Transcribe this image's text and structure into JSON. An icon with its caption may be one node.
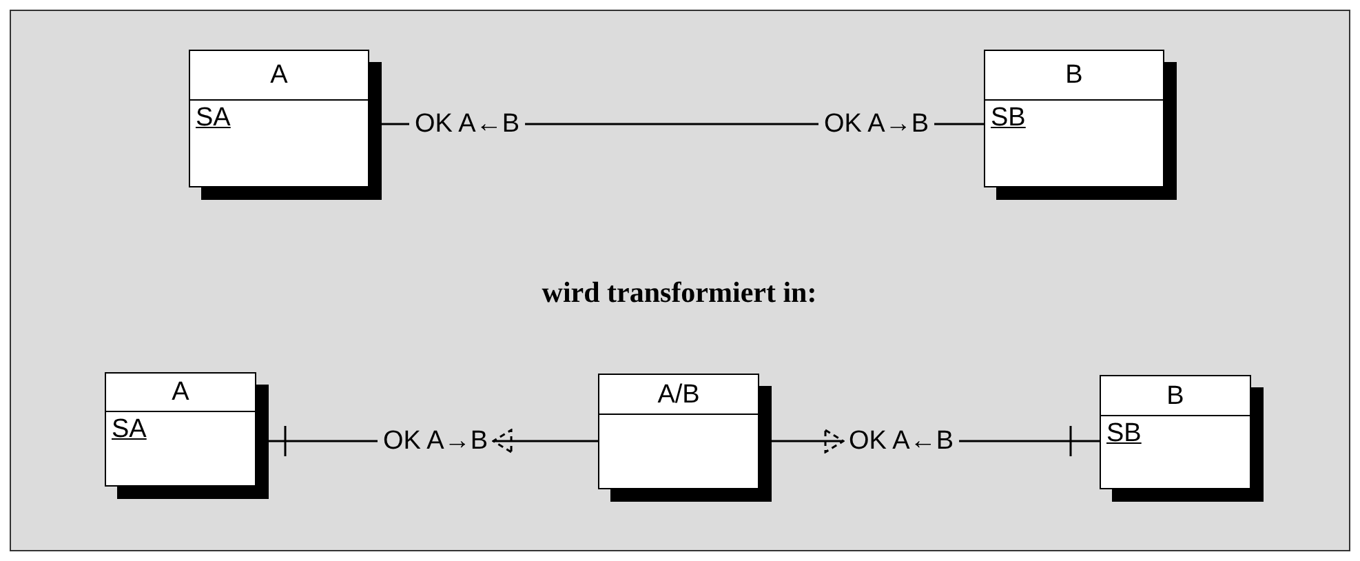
{
  "diagram": {
    "nodes": [
      {
        "text": [
          "A",
          "SA"
        ]
      },
      {
        "text": [
          "OK A←B"
        ]
      },
      {
        "text": [
          "OK A→B"
        ]
      },
      {
        "text": [
          "B",
          "SB"
        ]
      },
      {
        "text": [
          "A",
          "SA"
        ]
      },
      {
        "text": [
          "OK A→B"
        ]
      },
      {
        "text": [
          "A/B"
        ]
      },
      {
        "text": [
          "OK A←B"
        ]
      },
      {
        "text": [
          "B",
          "SB"
        ]
      }
    ],
    "edges": [
      {
        "from": 0,
        "to": 1,
        "arrow": "none"
      },
      {
        "from": 1,
        "to": 2,
        "arrow": "none"
      },
      {
        "from": 2,
        "to": 3,
        "arrow": "none"
      },
      {
        "from": 4,
        "to": 5,
        "arrow": "other"
      },
      {
        "from": 6,
        "to": 5,
        "arrow": "to"
      },
      {
        "from": 6,
        "to": 7,
        "arrow": "to"
      },
      {
        "from": 8,
        "to": 7,
        "arrow": "other"
      }
    ],
    "labels": [
      "wird transformiert in:"
    ]
  }
}
